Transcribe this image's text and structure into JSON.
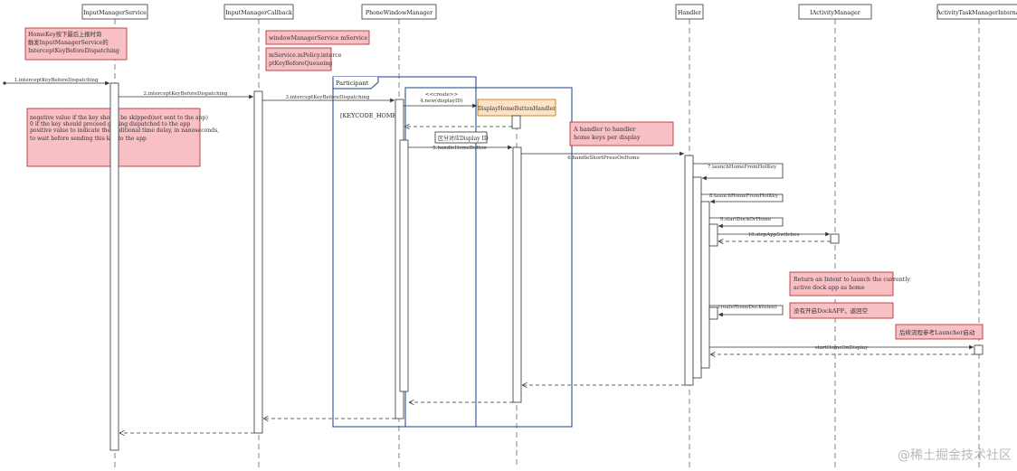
{
  "participants": [
    {
      "id": "ims",
      "label": "InputManagerService"
    },
    {
      "id": "imc",
      "label": "InputManagerCallback"
    },
    {
      "id": "pwm",
      "label": "PhoneWindowManager"
    },
    {
      "id": "handler",
      "label": "Handler"
    },
    {
      "id": "iam",
      "label": "IActivityManager"
    },
    {
      "id": "atm",
      "label": "ActivityTaskManagerInternal"
    }
  ],
  "messages": [
    {
      "id": "m1",
      "label": "1.interceptKeyBeforeDispatching"
    },
    {
      "id": "m2",
      "label": "2.interceptKeyBeforeDispatching"
    },
    {
      "id": "m3",
      "label": "3.interceptKeyBeforeDispatching"
    },
    {
      "id": "m4",
      "label": "4.new(displayID)",
      "stereotype": "<<create>>"
    },
    {
      "id": "m5",
      "label": "5.handleHomeButton"
    },
    {
      "id": "m6",
      "label": "6.handleShortPressOnHome"
    },
    {
      "id": "m7",
      "label": "7.launchHomeFromHotKey"
    },
    {
      "id": "m8",
      "label": "8.launchHomeFromHotKey"
    },
    {
      "id": "m9",
      "label": "9.startDockOrHome"
    },
    {
      "id": "m10",
      "label": "10.stopAppSwitches"
    },
    {
      "id": "m11",
      "label": "createHomeDockIntent"
    },
    {
      "id": "m12",
      "label": "startHomeOnDisplay"
    }
  ],
  "objects": {
    "display_home_button_handler": "DisplayHomeButtonHandler"
  },
  "fragment": {
    "title": "Participant",
    "condition": "[KEYCODE_HOME]"
  },
  "notes": {
    "n1": "HomeKey按下最后上报时询触发InputManagerService的InterceptKeyBeforeDispatching",
    "n1_lines": [
      "HomeKey按下最后上报时询",
      "触发InputManagerService的",
      "InterceptKeyBeforeDispatching"
    ],
    "n2": "windowManagerService mService",
    "n3_lines": [
      "mService.mPolicy.interce",
      "ptKeyBeforeQueueing"
    ],
    "n4_lines": [
      "negative value if the key should be skipped(not sent to the app)",
      "",
      "0 if the key should proceed getting dispatched to the app",
      "",
      "positive value to indicate the additional time delay, in nanoseconds,",
      "to wait before sending this key to the app"
    ],
    "n5": "区分对应Display ID",
    "n6_lines": [
      "A handler to handler",
      "home keys per display"
    ],
    "n7_lines": [
      "Return an Intent to launch the currently",
      "active dock app as home"
    ],
    "n8": "没有开启DockAPP，返回空",
    "n9": "后续流程参考Launcher启动"
  },
  "watermark": "@稀土掘金技术社区",
  "colors": {
    "note_fill": "#f8c0c4",
    "note_border": "#b22222",
    "frame_border": "#1f3c88",
    "line": "#333333",
    "activation_fill": "#ffffff",
    "object_fill": "#fde3c3",
    "object_border": "#c8791c"
  }
}
